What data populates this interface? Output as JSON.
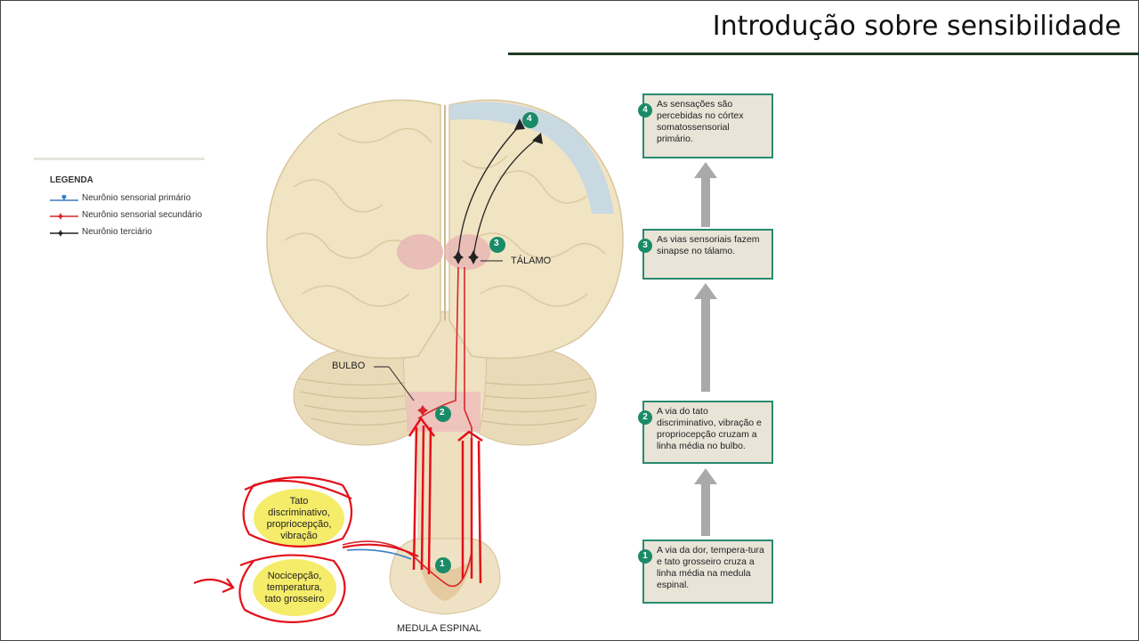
{
  "page": {
    "title": "Introdução sobre sensibilidade"
  },
  "legend": {
    "title": "LEGENDA",
    "items": [
      {
        "label": "Neurônio sensorial primário",
        "color": "#3a7ec2"
      },
      {
        "label": "Neurônio sensorial secundário",
        "color": "#d7262c"
      },
      {
        "label": "Neurônio terciário",
        "color": "#222222"
      }
    ]
  },
  "labels": {
    "bulbo": "BULBO",
    "talamo": "TÁLAMO",
    "medula": "MEDULA ESPINAL"
  },
  "markers": [
    "1",
    "2",
    "3",
    "4"
  ],
  "annotations": {
    "tato": [
      "Tato",
      "discriminativo,",
      "propriocepção,",
      "vibração"
    ],
    "noci": [
      "Nocicepção,",
      "temperatura,",
      "tato grosseiro"
    ]
  },
  "steps": [
    {
      "num": "4",
      "text": "As sensações são percebidas no córtex somatossensorial primário."
    },
    {
      "num": "3",
      "text": "As vias sensoriais fazem sinapse no tálamo."
    },
    {
      "num": "2",
      "text": "A via do tato discriminativo, vibração e propriocepção cruzam a linha média no bulbo."
    },
    {
      "num": "1",
      "text": "A via da dor, tempera-tura e tato grosseiro cruza a linha média na medula espinal."
    }
  ],
  "colors": {
    "accent_green": "#1b8b67",
    "box_border": "#2a8a6e",
    "box_fill": "#e8e4d8",
    "brain": "#f1e4c3",
    "cortex_highlight": "#c4d7e5",
    "annotation_red": "#e3101a",
    "annotation_yellow": "#f5ec6a"
  }
}
